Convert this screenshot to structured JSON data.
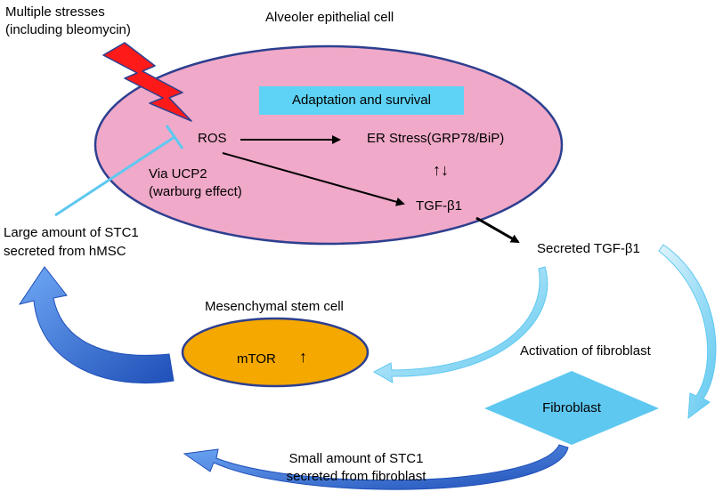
{
  "labels": {
    "multiple_stresses": "Multiple stresses\n(including bleomycin)",
    "alveolar_cell": "Alveoler epithelial cell",
    "adaptation": "Adaptation and survival",
    "ros": "ROS",
    "er_stress": "ER Stress(GRP78/BiP)",
    "up_down": "↑↓",
    "via_ucp2": "Via UCP2\n(warburg effect)",
    "tgf_inside": "TGF-β1",
    "large_stc1": "Large amount of STC1\nsecreted from hMSC",
    "secreted_tgf": "Secreted TGF-β1",
    "msc": "Mesenchymal stem cell",
    "mtor": "mTOR",
    "mtor_arrow": "↑",
    "activation": "Activation of fibroblast",
    "fibroblast": "Fibroblast",
    "small_stc1": "Small amount of STC1\nsecreted from fibroblast"
  },
  "colors": {
    "cell_fill": "#f0a9c8",
    "cell_stroke": "#2d3f8f",
    "adaptation_box": "#5ed3f5",
    "msc_fill": "#f5a800",
    "fibroblast_fill": "#5ec8f0",
    "lightning": "#ff1a1a",
    "big_arrow": "#2f6fd6",
    "light_arrow": "#7fd3f5",
    "inhibit_line": "#5fc8f0"
  }
}
